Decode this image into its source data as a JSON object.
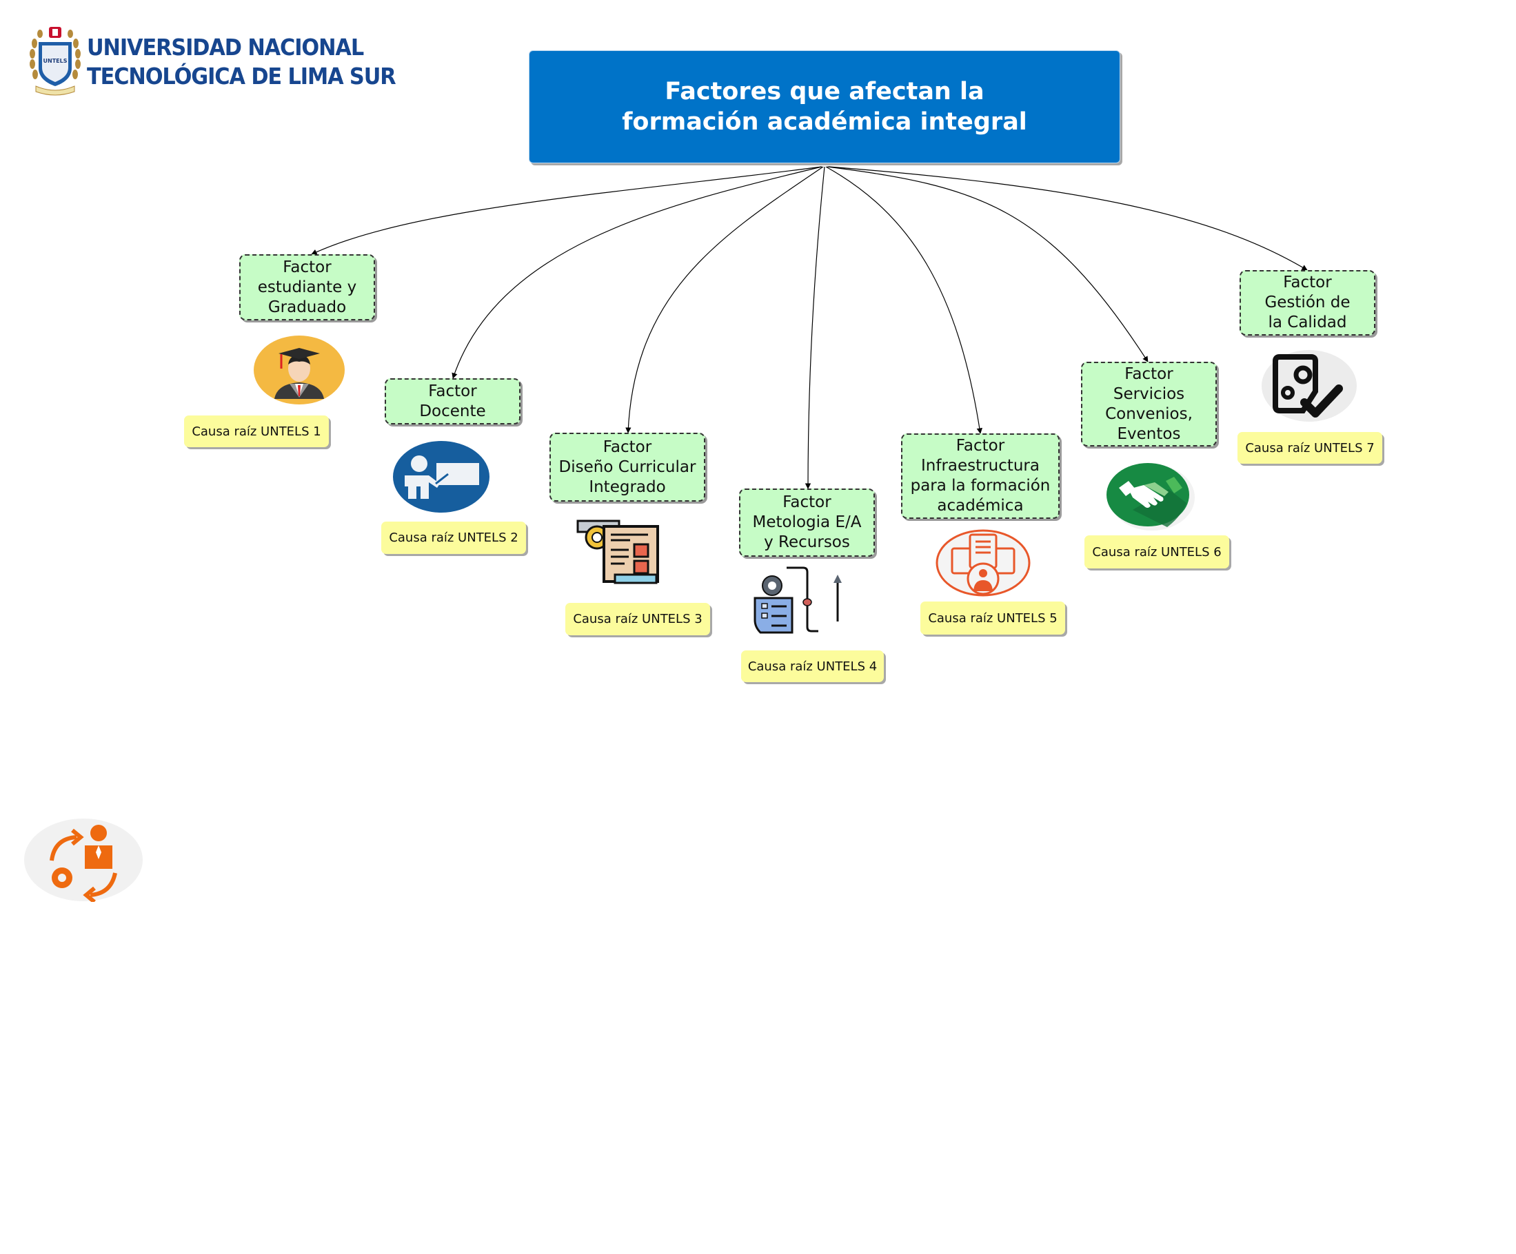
{
  "header": {
    "logo_icon": "untels-crest-icon",
    "university_line1": "UNIVERSIDAD NACIONAL",
    "university_line2": "TECNOLÓGICA DE LIMA SUR",
    "logo_badge": "UNTELS"
  },
  "title": {
    "line1": "Factores que afectan la",
    "line2": "formación académica integral"
  },
  "colors": {
    "title_bg": "#0073c8",
    "factor_bg": "#c6fcc6",
    "causa_bg": "#fcfc9c",
    "brand_blue": "#17468f"
  },
  "factors": [
    {
      "label": "Factor\nestudiante y\nGraduado",
      "icon": "graduate-icon",
      "causa": "Causa raíz UNTELS 1"
    },
    {
      "label": "Factor\nDocente",
      "icon": "teacher-board-icon",
      "causa": "Causa raíz UNTELS 2"
    },
    {
      "label": "Factor\nDiseño Curricular\nIntegrado",
      "icon": "curriculum-document-icon",
      "causa": "Causa raíz UNTELS 3"
    },
    {
      "label": "Factor\nMetologia E/A\ny Recursos",
      "icon": "methodology-process-icon",
      "causa": "Causa raíz UNTELS 4"
    },
    {
      "label": "Factor\nInfraestructura\npara la formación\nacadémica",
      "icon": "infrastructure-servers-icon",
      "causa": "Causa raíz UNTELS 5"
    },
    {
      "label": "Factor\nServicios\nConvenios,\nEventos",
      "icon": "handshake-icon",
      "causa": "Causa raíz UNTELS 6"
    },
    {
      "label": "Factor\nGestión de\nla Calidad",
      "icon": "quality-gears-check-icon",
      "causa": "Causa raíz UNTELS 7"
    }
  ],
  "extra_icon": "person-gear-cycle-icon"
}
